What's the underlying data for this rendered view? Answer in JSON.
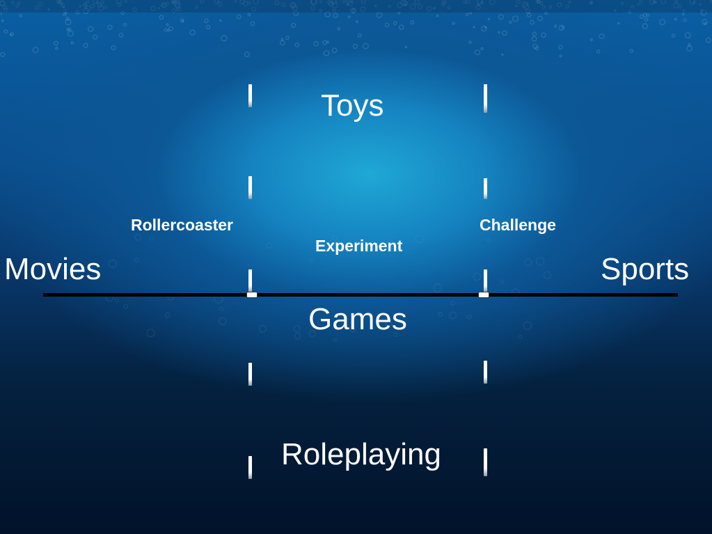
{
  "labels": {
    "top": "Toys",
    "bottom_middle": "Games",
    "bottom": "Roleplaying",
    "left": "Movies",
    "right": "Sports",
    "left_upper": "Rollercoaster",
    "right_upper": "Challenge",
    "center": "Experiment"
  },
  "colors": {
    "background_light": "#1fa8d6",
    "background_dark": "#02122a",
    "axis": "#000000",
    "text": "#ffffff"
  }
}
